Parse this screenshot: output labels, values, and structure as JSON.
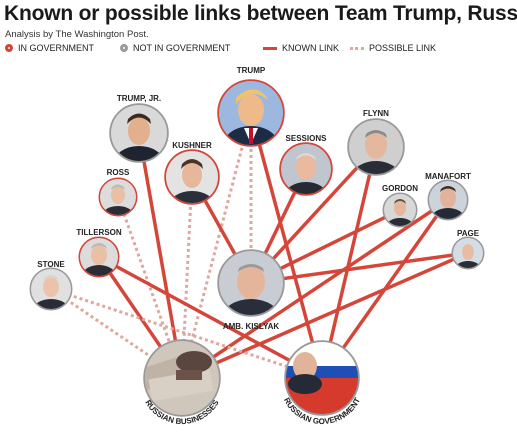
{
  "title": "Known or possible links between Team Trump, Russia",
  "byline": "Analysis by The Washington Post.",
  "legend": {
    "in_government": "IN GOVERNMENT",
    "not_in_government": "NOT IN GOVERNMENT",
    "known_link": "KNOWN LINK",
    "possible_link": "POSSIBLE LINK"
  },
  "colors": {
    "known": "#d4463a",
    "possible": "#e1a79f",
    "gov_ring": "#d4463a",
    "nongov_ring": "#999999"
  },
  "nodes": [
    {
      "id": "trump",
      "label": "TRUMP",
      "ring": "gov"
    },
    {
      "id": "trumpjr",
      "label": "TRUMP, JR.",
      "ring": "non"
    },
    {
      "id": "kushner",
      "label": "KUSHNER",
      "ring": "gov"
    },
    {
      "id": "sessions",
      "label": "SESSIONS",
      "ring": "gov"
    },
    {
      "id": "flynn",
      "label": "FLYNN",
      "ring": "non"
    },
    {
      "id": "ross",
      "label": "ROSS",
      "ring": "gov"
    },
    {
      "id": "gordon",
      "label": "GORDON",
      "ring": "non"
    },
    {
      "id": "manafort",
      "label": "MANAFORT",
      "ring": "non"
    },
    {
      "id": "tillerson",
      "label": "TILLERSON",
      "ring": "gov"
    },
    {
      "id": "page",
      "label": "PAGE",
      "ring": "non"
    },
    {
      "id": "stone",
      "label": "STONE",
      "ring": "non"
    },
    {
      "id": "kislyak",
      "label": "AMB. KISLYAK",
      "ring": "non"
    },
    {
      "id": "businesses",
      "label": "RUSSIAN BUSINESSES",
      "ring": "non"
    },
    {
      "id": "government",
      "label": "RUSSIAN GOVERNMENT",
      "ring": "non"
    }
  ],
  "links": [
    {
      "from": "trump",
      "to": "businesses",
      "type": "possible"
    },
    {
      "from": "trump",
      "to": "kislyak",
      "type": "possible"
    },
    {
      "from": "trump",
      "to": "government",
      "type": "known"
    },
    {
      "from": "trumpjr",
      "to": "businesses",
      "type": "known"
    },
    {
      "from": "kushner",
      "to": "businesses",
      "type": "possible"
    },
    {
      "from": "kushner",
      "to": "kislyak",
      "type": "known"
    },
    {
      "from": "sessions",
      "to": "kislyak",
      "type": "known"
    },
    {
      "from": "flynn",
      "to": "kislyak",
      "type": "known"
    },
    {
      "from": "flynn",
      "to": "government",
      "type": "known"
    },
    {
      "from": "ross",
      "to": "businesses",
      "type": "possible"
    },
    {
      "from": "gordon",
      "to": "kislyak",
      "type": "known"
    },
    {
      "from": "manafort",
      "to": "businesses",
      "type": "known"
    },
    {
      "from": "manafort",
      "to": "government",
      "type": "known"
    },
    {
      "from": "page",
      "to": "kislyak",
      "type": "known"
    },
    {
      "from": "page",
      "to": "businesses",
      "type": "known"
    },
    {
      "from": "tillerson",
      "to": "businesses",
      "type": "known"
    },
    {
      "from": "tillerson",
      "to": "government",
      "type": "known"
    },
    {
      "from": "stone",
      "to": "businesses",
      "type": "possible"
    },
    {
      "from": "stone",
      "to": "government",
      "type": "possible"
    }
  ]
}
